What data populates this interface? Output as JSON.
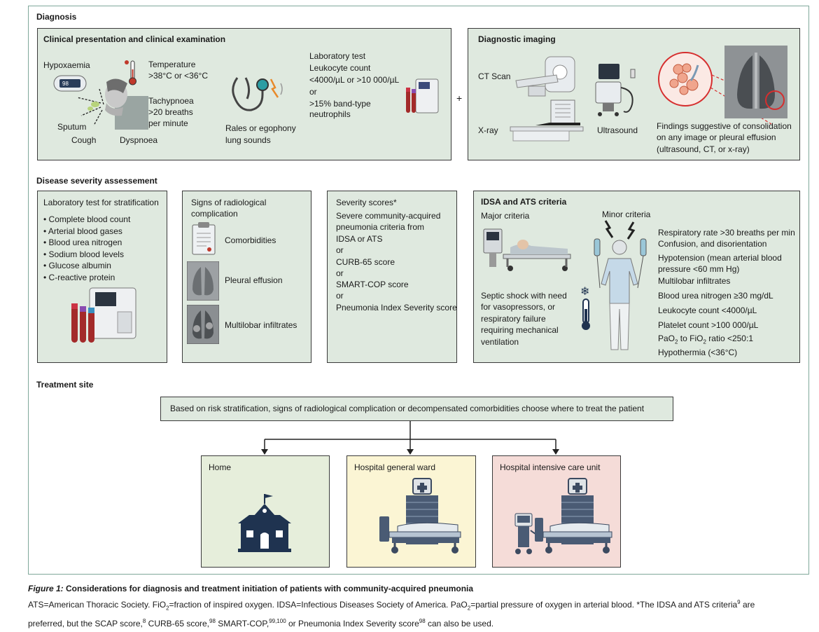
{
  "sections": {
    "diagnosis": "Diagnosis",
    "severity": "Disease severity assessement",
    "treatment": "Treatment site"
  },
  "clinical": {
    "title": "Clinical presentation and clinical examination",
    "hypoxaemia": "Hypoxaemia",
    "temperature": [
      "Temperature",
      ">38°C or <36°C"
    ],
    "tachypnoea": [
      "Tachypnoea",
      ">20 breaths",
      "per minute"
    ],
    "sputum": "Sputum",
    "cough": "Cough",
    "dyspnoea": "Dyspnoea",
    "rales": [
      "Rales or egophony",
      "lung sounds"
    ],
    "lab": [
      "Laboratory test",
      "Leukocyte count",
      "<4000/µL or >10 000/µL",
      "or",
      ">15% band-type",
      "neutrophils"
    ],
    "oximeter_reading": "98"
  },
  "plus": "+",
  "imaging": {
    "title": "Diagnostic imaging",
    "ct": "CT Scan",
    "xray": "X-ray",
    "ultrasound": "Ultrasound",
    "findings": [
      "Findings suggestive of consolidation",
      "on any image or pleural effusion",
      "(ultrasound, CT, or x-ray)"
    ]
  },
  "lab_strat": {
    "title": "Laboratory test for stratification",
    "items": [
      "Complete blood count",
      "Arterial blood gases",
      "Blood urea nitrogen",
      "Sodium blood levels",
      "Glucose albumin",
      "C-reactive protein"
    ]
  },
  "radio": {
    "title": [
      "Signs of radiological",
      "complication"
    ],
    "items": [
      "Comorbidities",
      "Pleural effusion",
      "Multilobar infiltrates"
    ]
  },
  "scores": {
    "title": "Severity scores*",
    "lines": [
      "Severe community-acquired",
      "pneumonia criteria from",
      "IDSA or ATS",
      "or",
      "CURB-65 score",
      "or",
      "SMART-COP score",
      "or",
      "Pneumonia Index Severity score"
    ]
  },
  "idsa": {
    "title": "IDSA and ATS criteria",
    "major_label": "Major criteria",
    "minor_label": "Minor criteria",
    "major_text": [
      "Septic shock with need",
      "for vasopressors, or",
      "respiratory failure",
      "requiring mechanical",
      "ventilation"
    ],
    "minor_items": [
      "Respiratory rate >30 breaths per min",
      "Confusion, and disorientation",
      "Hypotension (mean arterial blood",
      "pressure <60 mm Hg)",
      "Multilobar infiltrates",
      "Blood urea nitrogen ≥30 mg/dL",
      "Leukocyte count <4000/µL",
      "Platelet count >100 000/µL",
      "PaO",
      "2",
      " to FiO",
      "2",
      " ratio <250:1",
      "Hypothermia (<36°C)"
    ]
  },
  "treatment": {
    "decision": "Based on risk stratification, signs of radiological complication or decompensated comorbidities choose where to treat the patient",
    "home": "Home",
    "ward": "Hospital general ward",
    "icu": "Hospital intensive care unit"
  },
  "caption": {
    "fig": "Figure 1:",
    "title": " Considerations for diagnosis and treatment initiation of patients with community-acquired pneumonia",
    "l1a": "ATS=American Thoracic Society. FiO",
    "l1b": "2",
    "l1c": "=fraction of inspired oxygen. IDSA=Infectious Diseases Society of America. PaO",
    "l1d": "2",
    "l1e": "=partial pressure of oxygen in arterial blood. *The IDSA and ATS criteria",
    "l1f": "9",
    "l1g": " are",
    "l2a": "preferred, but the SCAP score,",
    "l2b": "8",
    "l2c": " CURB-65 score,",
    "l2d": "98",
    "l2e": " SMART-COP,",
    "l2f": "99,100",
    "l2g": " or Pneumonia Index Severity score",
    "l2h": "98",
    "l2i": " can also be used."
  },
  "colors": {
    "panel_green": "#dfe9df",
    "home_bg": "#e6eedb",
    "ward_bg": "#fbf5d4",
    "icu_bg": "#f5dcd8",
    "frame": "#7fa89a",
    "navy": "#1f3350",
    "blood_red": "#a32a2a",
    "consolidation_red": "#d62e2e"
  },
  "icons": [
    "pulse-oximeter-icon",
    "thermometer-icon",
    "coughing-person-icon",
    "stethoscope-icon",
    "blood-analyzer-icon",
    "ct-scanner-icon",
    "xray-table-icon",
    "ultrasound-machine-icon",
    "alveoli-icon",
    "lung-xray-icon",
    "clipboard-icon",
    "icu-bed-icon",
    "patient-figure-icon",
    "lightning-icon",
    "snowflake-icon",
    "house-icon",
    "hospital-building-icon",
    "hospital-bed-icon",
    "ventilator-icon"
  ]
}
